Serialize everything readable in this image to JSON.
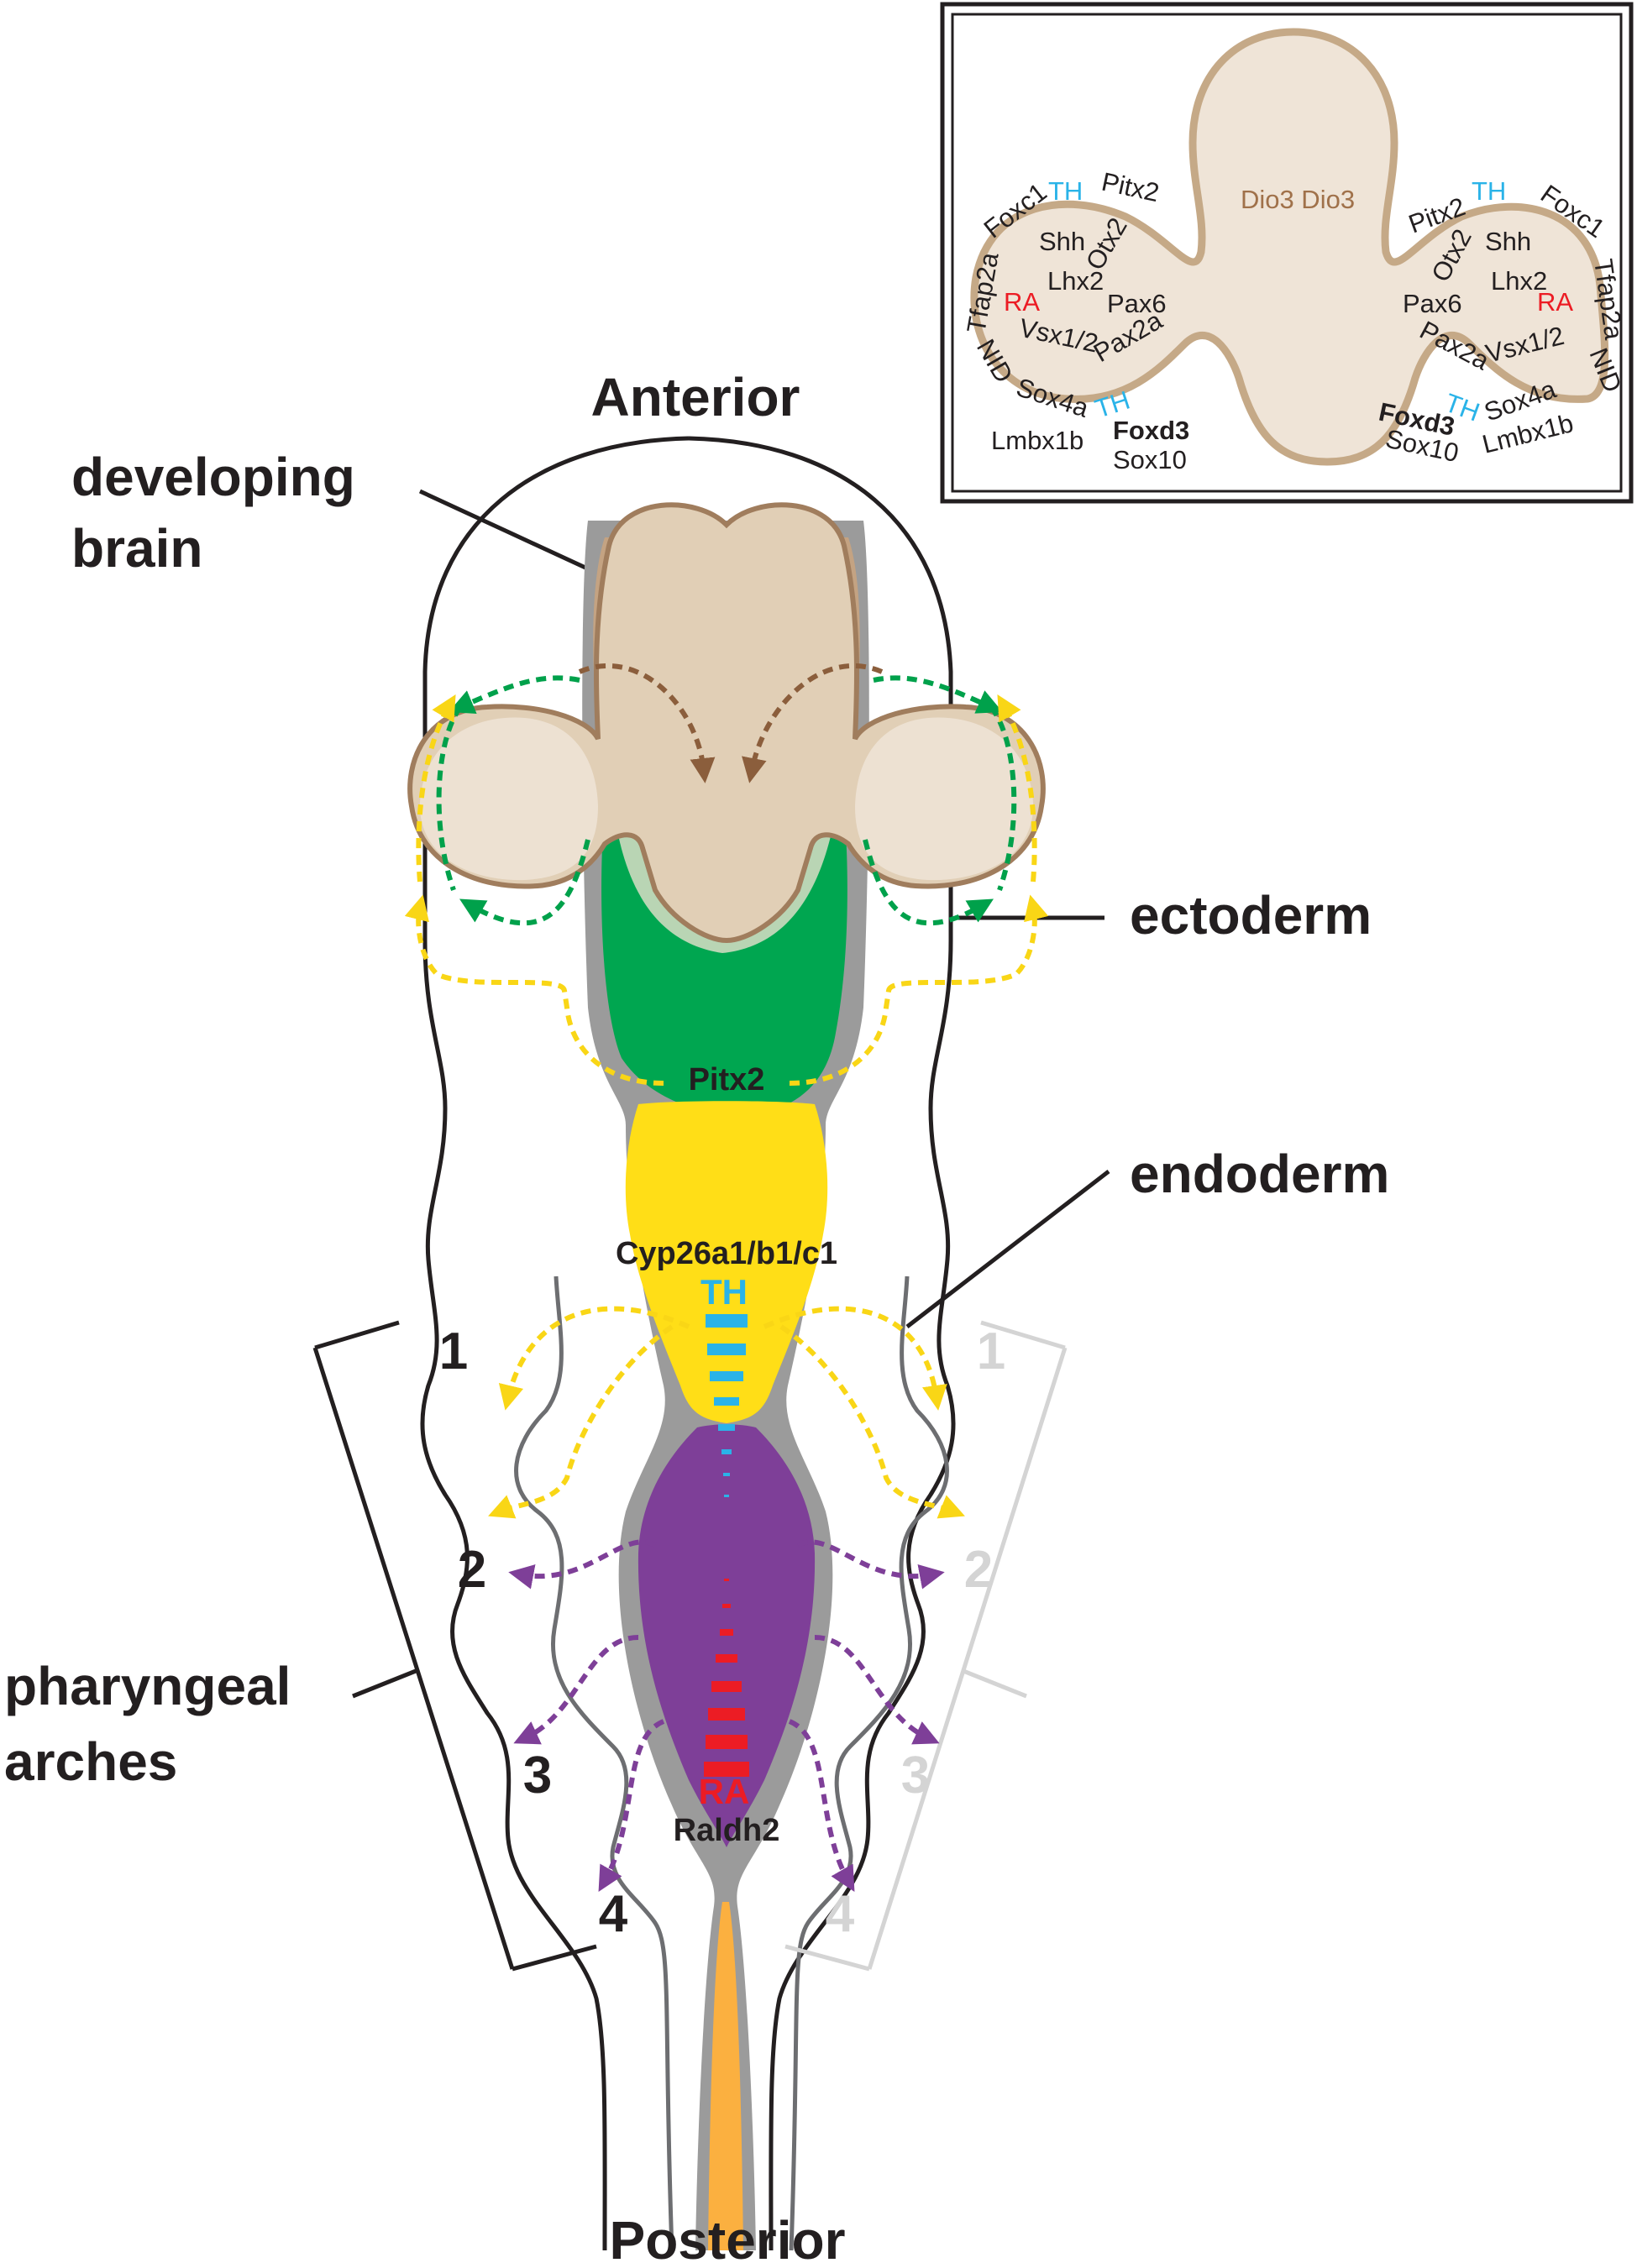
{
  "labels": {
    "anterior": "Anterior",
    "posterior": "Posterior",
    "developing_brain_line1": "developing",
    "developing_brain_line2": "brain",
    "ectoderm": "ectoderm",
    "endoderm": "endoderm",
    "pharyngeal_line1": "pharyngeal",
    "pharyngeal_line2": "arches"
  },
  "centre_genes": {
    "pitx2": "Pitx2",
    "cyp26": "Cyp26a1/b1/c1",
    "th": "TH",
    "ra": "RA",
    "raldh2": "Raldh2"
  },
  "arches_left": [
    "1",
    "2",
    "3",
    "4"
  ],
  "arches_right": [
    "1",
    "2",
    "3",
    "4"
  ],
  "inset": {
    "center": "Dio3 Dio3",
    "left": {
      "tfap2a": "Tfap2a",
      "foxc1": "Foxc1",
      "th_top": "TH",
      "pitx2": "Pitx2",
      "shh": "Shh",
      "otx2": "Otx2",
      "lhx2": "Lhx2",
      "ra": "RA",
      "pax6": "Pax6",
      "vsx": "Vsx1/2",
      "pax2a": "Pax2a",
      "nid": "NID",
      "sox4a": "Sox4a",
      "th_bottom": "TH",
      "lmbx1b": "Lmbx1b",
      "foxd3": "Foxd3",
      "sox10": "Sox10"
    },
    "right": {
      "pitx2": "Pitx2",
      "th_top": "TH",
      "foxc1": "Foxc1",
      "otx2": "Otx2",
      "shh": "Shh",
      "lhx2": "Lhx2",
      "tfap2a": "Tfap2a",
      "pax6": "Pax6",
      "ra": "RA",
      "pax2a": "Pax2a",
      "vsx": "Vsx1/2",
      "nid": "NID",
      "th_bottom": "TH",
      "sox4a": "Sox4a",
      "foxd3": "Foxd3",
      "lmbx1b": "Lmbx1b",
      "sox10": "Sox10"
    }
  },
  "colors": {
    "brain": "#e1cfb6",
    "brain_outline": "#a07d5d",
    "eye": "#efe4d7",
    "endoderm_wall": "#9b9b9b",
    "green": "#00a650",
    "light_green": "#b9d5b4",
    "yellow": "#ffde17",
    "purple": "#7e3f98",
    "orange": "#fbb040",
    "th_blue": "#2ab3e8",
    "ra_red": "#ec1c24",
    "arrow_brown": "#8b5e3c",
    "arrow_green": "#00a14b",
    "arrow_yellow": "#f9d616",
    "arrow_purple": "#7e3f98",
    "faded": "#d4d4d4"
  }
}
